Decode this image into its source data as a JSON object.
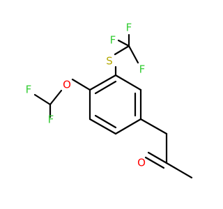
{
  "molecule": {
    "atoms": {
      "f_cf3_top": {
        "symbol": "F",
        "color": "#33cc33"
      },
      "f_cf3_left": {
        "symbol": "F",
        "color": "#33cc33"
      },
      "f_cf3_right": {
        "symbol": "F",
        "color": "#33cc33"
      },
      "s_thioether": {
        "symbol": "S",
        "color": "#b3a800"
      },
      "o_ether": {
        "symbol": "O",
        "color": "#ff0000"
      },
      "f_chf2_top": {
        "symbol": "F",
        "color": "#33cc33"
      },
      "f_chf2_bottom": {
        "symbol": "F",
        "color": "#33cc33"
      },
      "o_ketone": {
        "symbol": "O",
        "color": "#ff0000"
      }
    },
    "bond_color": "#000000"
  }
}
